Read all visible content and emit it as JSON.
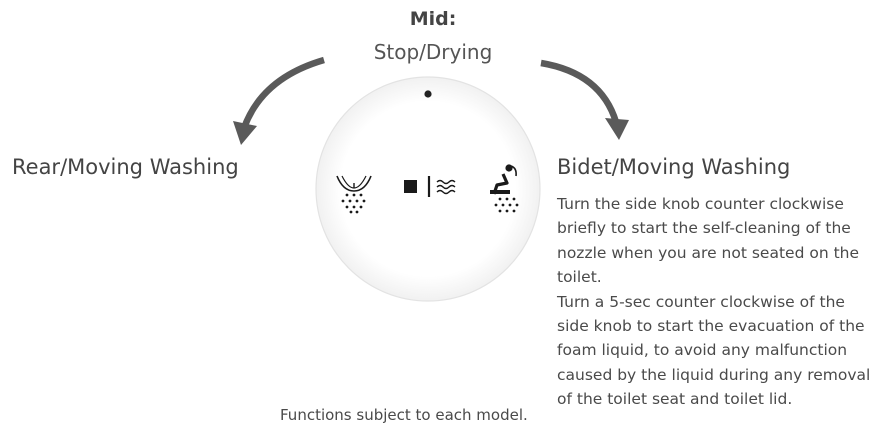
{
  "mid": {
    "title": "Mid:",
    "subtitle": "Stop/Drying"
  },
  "left_label": "Rear/Moving Washing",
  "right_label": "Bidet/Moving Washing",
  "description": {
    "para1": "Turn the side knob counter clockwise briefly to start the self-cleaning of the nozzle when you are not seated on the toilet.",
    "para2": "Turn a 5-sec counter clockwise of the side knob to start the evacuation of the foam liquid, to avoid any malfunction caused by the liquid during any removal of the toilet seat and toilet lid."
  },
  "footnote": "Functions subject to each model.",
  "icons": {
    "left": "rear-washing-icon",
    "center": "stop-drying-icon",
    "right": "bidet-washing-icon"
  },
  "colors": {
    "arrow": "#5a5a5a",
    "text": "#444444",
    "dial_edge": "#dddddd"
  }
}
